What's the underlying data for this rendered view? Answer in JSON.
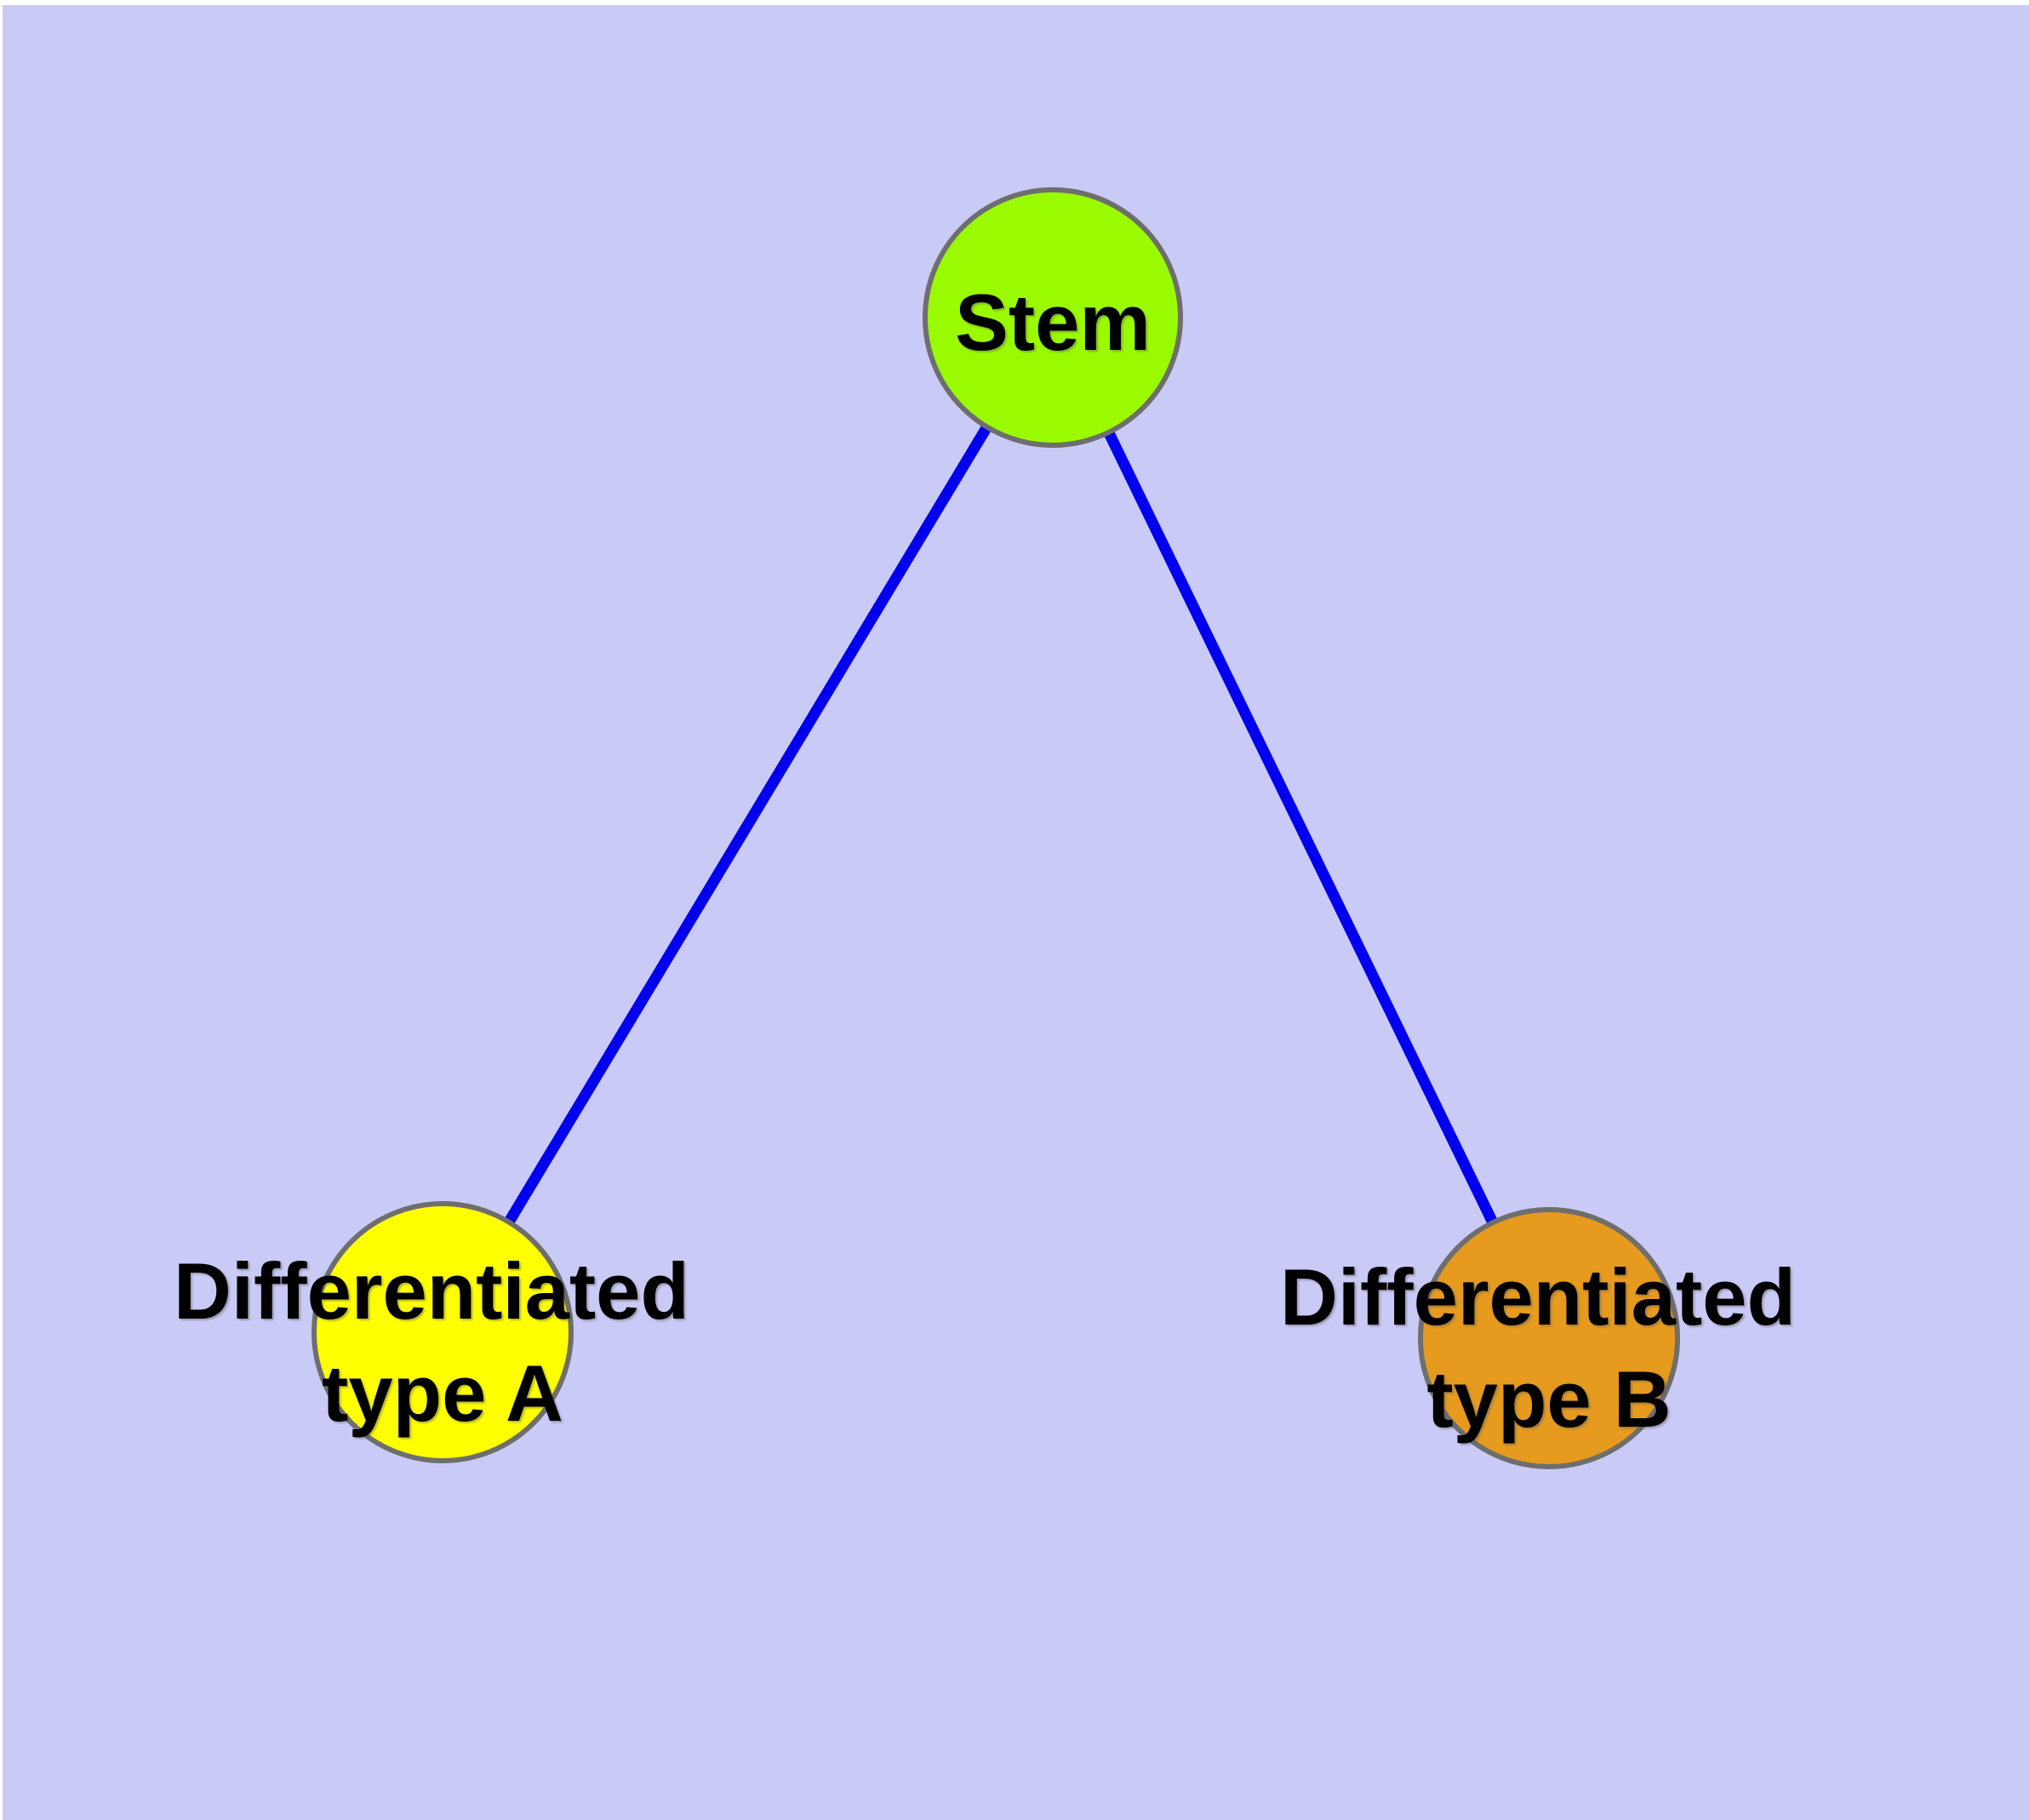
{
  "diagram": {
    "type": "node-link-graph",
    "background": "#CACAF6",
    "page_margin_color": "#FFFFFF",
    "edge_color": "#0000EE",
    "node_border_color": "#6E6E6E",
    "label_color": "#000000",
    "nodes": {
      "stem": {
        "label": "Stem",
        "fill": "#9AFB00"
      },
      "type_a": {
        "label_line1": "Differentiated",
        "label_line2": "type A",
        "fill": "#FFFF00"
      },
      "type_b": {
        "label_line1": "Differentiated",
        "label_line2": "type B",
        "fill": "#E69A1E"
      }
    },
    "edges": [
      {
        "from": "Stem",
        "to": "Differentiated type A"
      },
      {
        "from": "Stem",
        "to": "Differentiated type B"
      }
    ]
  }
}
